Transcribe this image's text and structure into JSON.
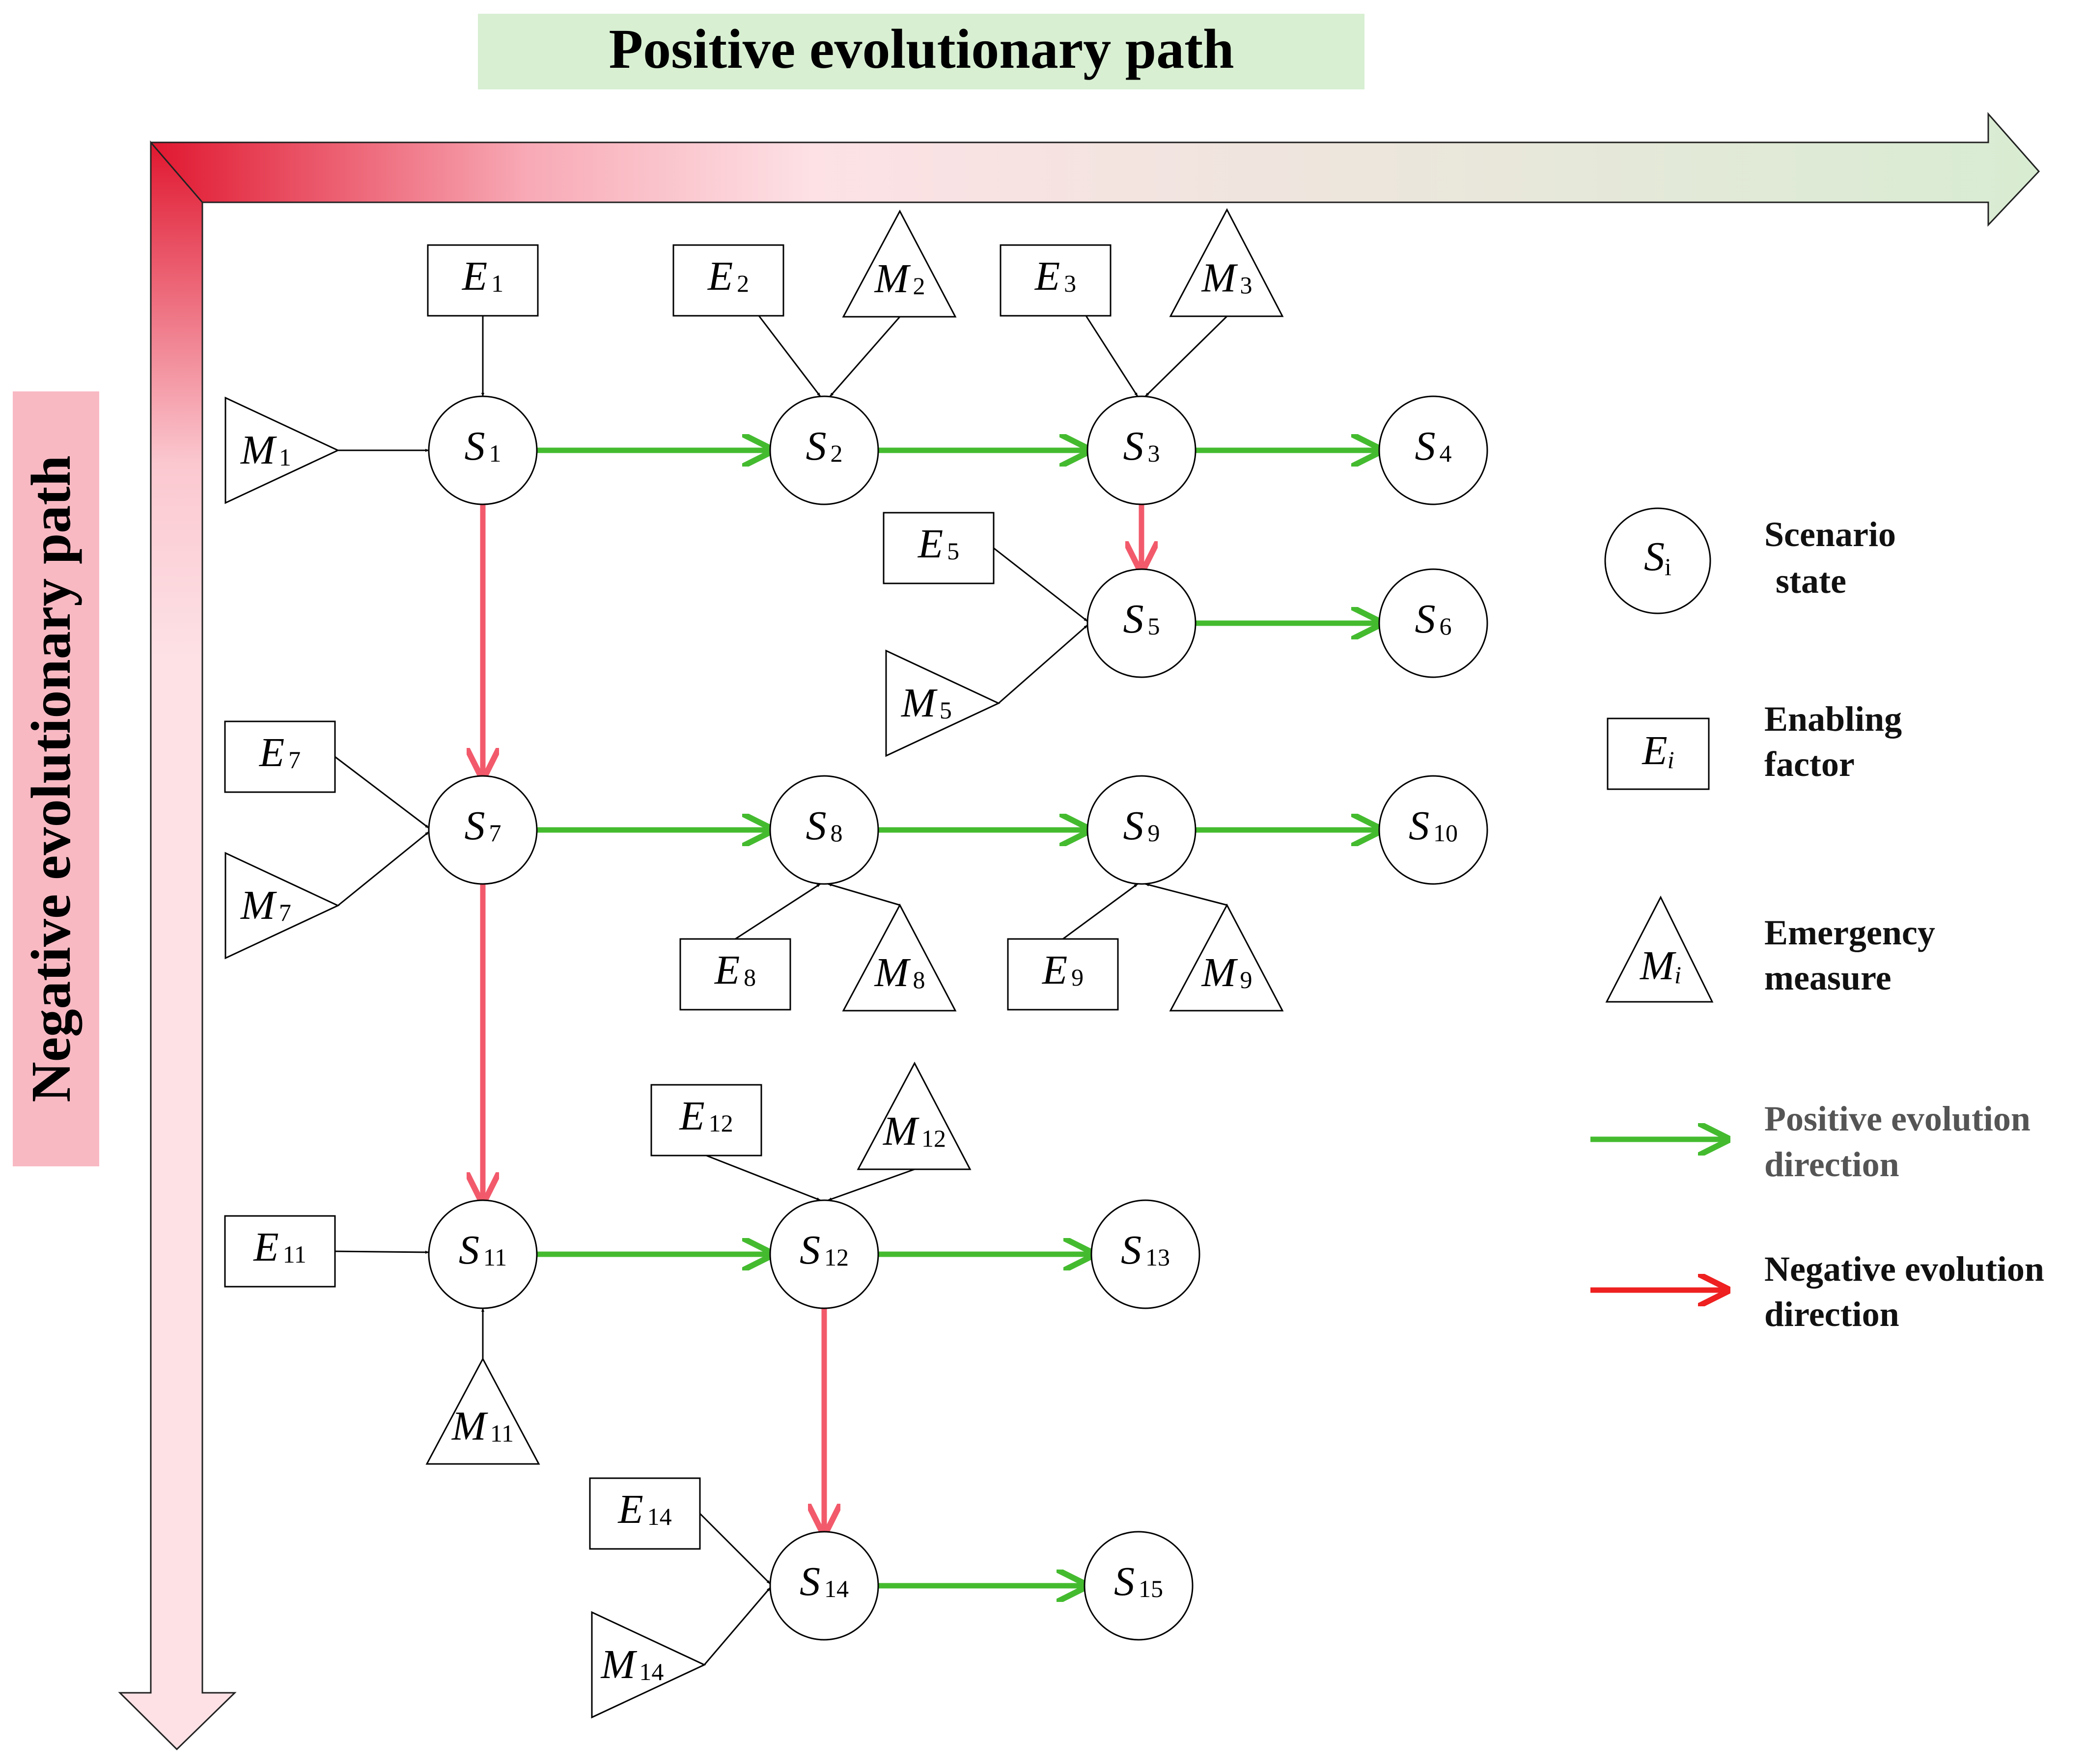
{
  "banners": {
    "positive": "Positive evolutionary path",
    "negative": "Negative evolutionary path"
  },
  "colors": {
    "positive_arrow": "#44bb2f",
    "negative_arrow": "#f25a6b",
    "legend_negative_arrow": "#ee2020",
    "positive_banner_bg": "#d8efd2",
    "negative_banner_bg": "#f8b9c3",
    "axis_red": "#e0172f",
    "axis_pink": "#fde1e5",
    "axis_green": "#d8ecd2"
  },
  "nodes": {
    "S1": {
      "letter": "S",
      "num": "1"
    },
    "S2": {
      "letter": "S",
      "num": "2"
    },
    "S3": {
      "letter": "S",
      "num": "3"
    },
    "S4": {
      "letter": "S",
      "num": "4"
    },
    "S5": {
      "letter": "S",
      "num": "5"
    },
    "S6": {
      "letter": "S",
      "num": "6"
    },
    "S7": {
      "letter": "S",
      "num": "7"
    },
    "S8": {
      "letter": "S",
      "num": "8"
    },
    "S9": {
      "letter": "S",
      "num": "9"
    },
    "S10": {
      "letter": "S",
      "num": "10"
    },
    "S11": {
      "letter": "S",
      "num": "11"
    },
    "S12": {
      "letter": "S",
      "num": "12"
    },
    "S13": {
      "letter": "S",
      "num": "13"
    },
    "S14": {
      "letter": "S",
      "num": "14"
    },
    "S15": {
      "letter": "S",
      "num": "15"
    },
    "E1": {
      "letter": "E",
      "num": "1"
    },
    "E2": {
      "letter": "E",
      "num": "2"
    },
    "E3": {
      "letter": "E",
      "num": "3"
    },
    "E5": {
      "letter": "E",
      "num": "5"
    },
    "E7": {
      "letter": "E",
      "num": "7"
    },
    "E8": {
      "letter": "E",
      "num": "8"
    },
    "E9": {
      "letter": "E",
      "num": "9"
    },
    "E11": {
      "letter": "E",
      "num": "11"
    },
    "E12": {
      "letter": "E",
      "num": "12"
    },
    "E14": {
      "letter": "E",
      "num": "14"
    },
    "M1": {
      "letter": "M",
      "num": "1"
    },
    "M2": {
      "letter": "M",
      "num": "2"
    },
    "M3": {
      "letter": "M",
      "num": "3"
    },
    "M5": {
      "letter": "M",
      "num": "5"
    },
    "M7": {
      "letter": "M",
      "num": "7"
    },
    "M8": {
      "letter": "M",
      "num": "8"
    },
    "M9": {
      "letter": "M",
      "num": "9"
    },
    "M11": {
      "letter": "M",
      "num": "11"
    },
    "M12": {
      "letter": "M",
      "num": "12"
    },
    "M14": {
      "letter": "M",
      "num": "14"
    }
  },
  "legend": {
    "scenario": {
      "letter": "S",
      "sub": "i",
      "line1": "Scenario",
      "line2": "state"
    },
    "enabling": {
      "letter": "E",
      "sub": "i",
      "line1": "Enabling",
      "line2": "factor"
    },
    "emergency": {
      "letter": "M",
      "sub": "i",
      "line1": "Emergency",
      "line2": "measure"
    },
    "positive": {
      "line1": "Positive  evolution",
      "line2": "direction"
    },
    "negative": {
      "line1": "Negative   evolution",
      "line2": "direction"
    }
  }
}
